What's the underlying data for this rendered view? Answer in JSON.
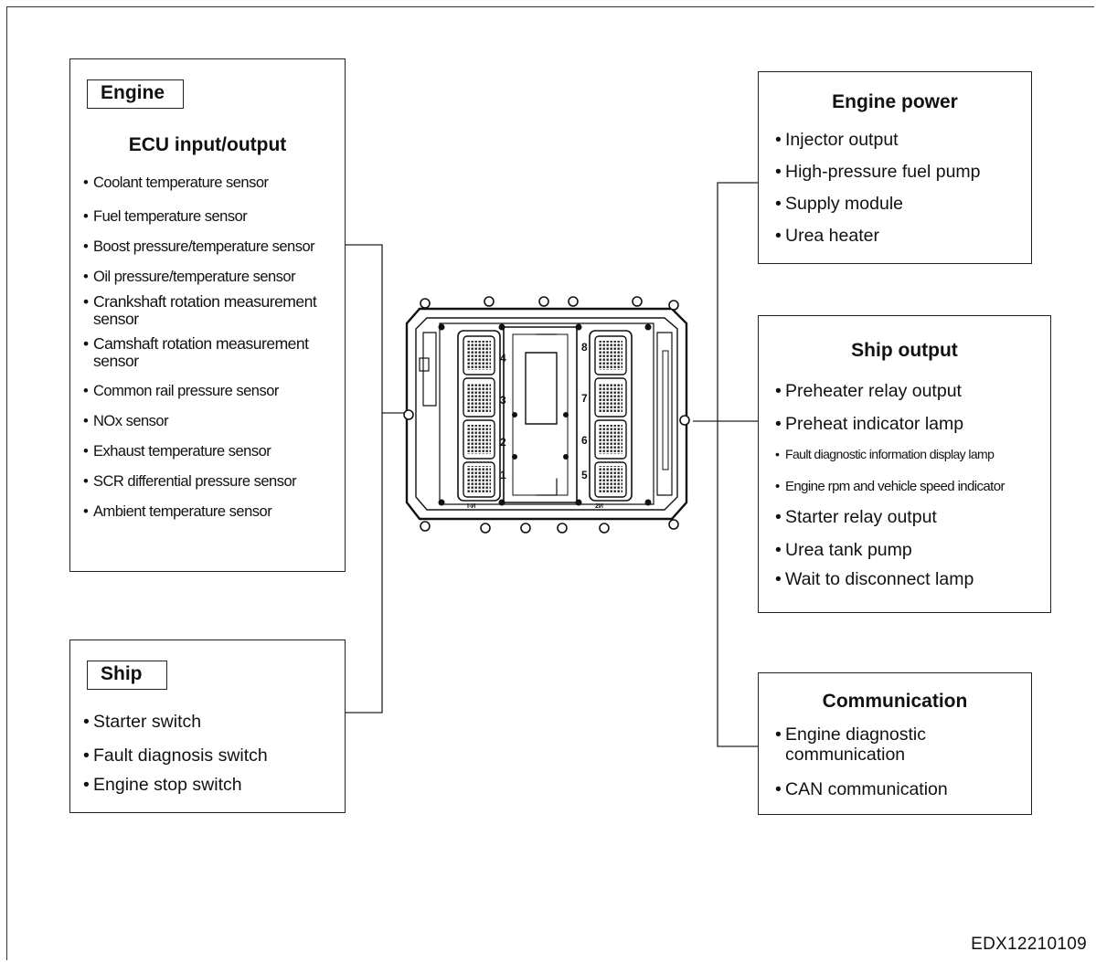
{
  "engine_box": {
    "tag": "Engine",
    "title": "ECU input/output",
    "items": [
      "Coolant temperature sensor",
      "Fuel temperature sensor",
      "Boost pressure/temperature sensor",
      "Oil pressure/temperature sensor",
      "Crankshaft rotation measurement sensor",
      "Camshaft rotation measurement sensor",
      "Common rail pressure sensor",
      "NOx sensor",
      "Exhaust temperature sensor",
      "SCR differential pressure sensor",
      "Ambient temperature sensor"
    ]
  },
  "ship_box": {
    "tag": "Ship",
    "items": [
      "Starter switch",
      "Fault diagnosis switch",
      "Engine stop switch"
    ]
  },
  "engine_power_box": {
    "title": "Engine power",
    "items": [
      "Injector output",
      "High-pressure fuel pump",
      "Supply module",
      "Urea heater"
    ]
  },
  "ship_output_box": {
    "title": "Ship output",
    "items": [
      "Preheater relay output",
      "Preheat indicator lamp",
      "Fault diagnostic information display lamp",
      "Engine rpm and vehicle speed indicator",
      "Starter relay output",
      "Urea tank pump",
      "Wait to disconnect lamp"
    ]
  },
  "communication_box": {
    "title": "Communication",
    "items": [
      "Engine diagnostic communication",
      "CAN communication"
    ]
  },
  "ecu": {
    "left_connectors": [
      "4",
      "3",
      "2",
      "1"
    ],
    "right_connectors": [
      "8",
      "7",
      "6",
      "5"
    ],
    "left_mark": "I-И",
    "right_mark": "2И"
  },
  "figure_code": "EDX12210109"
}
